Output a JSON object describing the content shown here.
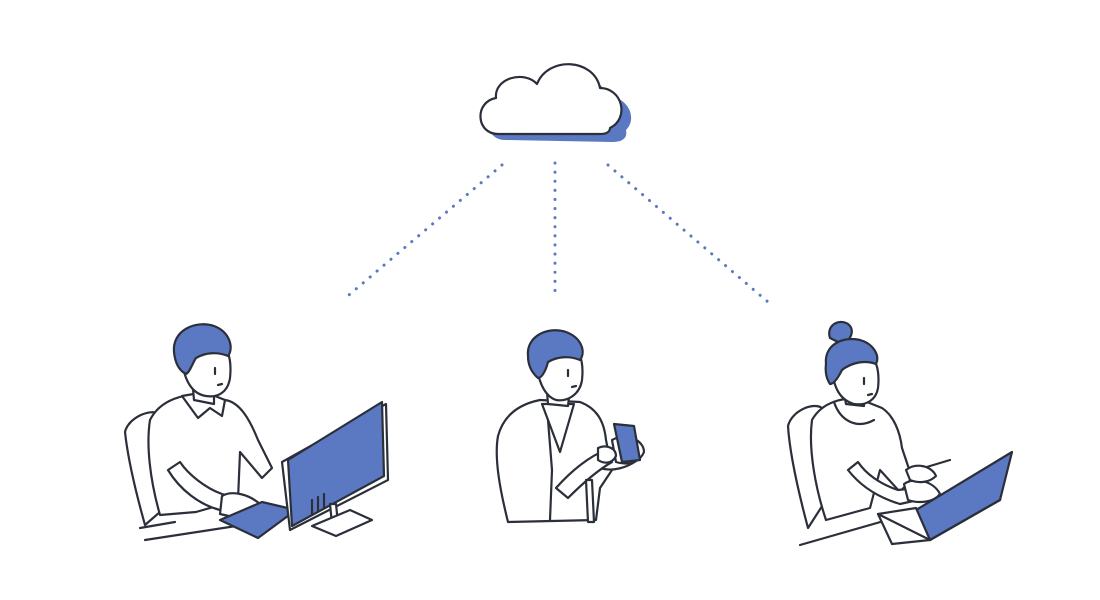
{
  "diagram": {
    "nodes": [
      {
        "id": "cloud",
        "icon": "cloud-icon"
      },
      {
        "id": "desktop-user",
        "icon": "desktop-computer-icon"
      },
      {
        "id": "mobile-user",
        "icon": "smartphone-icon"
      },
      {
        "id": "laptop-user",
        "icon": "laptop-icon"
      }
    ],
    "edges": [
      {
        "from": "cloud",
        "to": "desktop-user",
        "style": "dotted"
      },
      {
        "from": "cloud",
        "to": "mobile-user",
        "style": "dotted"
      },
      {
        "from": "cloud",
        "to": "laptop-user",
        "style": "dotted"
      }
    ],
    "colors": {
      "accent": "#5b79c2",
      "ink": "#2b2f3a",
      "background": "#ffffff"
    }
  }
}
